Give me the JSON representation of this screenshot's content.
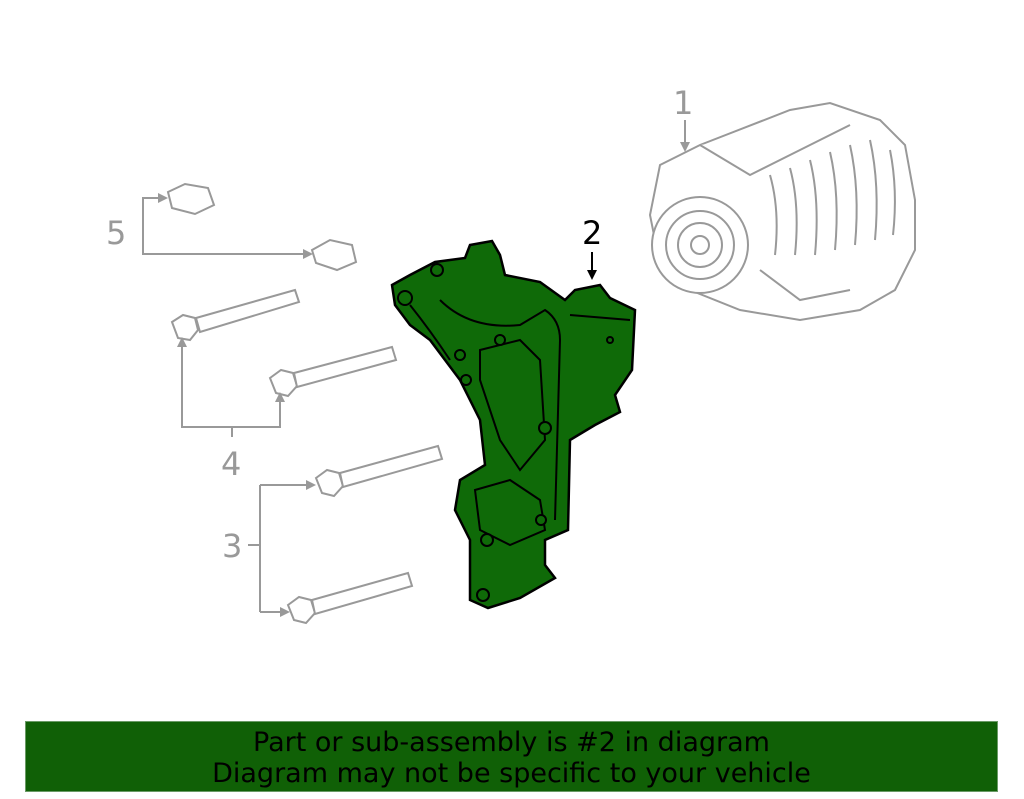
{
  "diagram": {
    "callouts": [
      {
        "id": "1",
        "label": "1",
        "part": "alternator"
      },
      {
        "id": "2",
        "label": "2",
        "part": "bracket",
        "selected": true
      },
      {
        "id": "3",
        "label": "3",
        "part": "bolts"
      },
      {
        "id": "4",
        "label": "4",
        "part": "bolts"
      },
      {
        "id": "5",
        "label": "5",
        "part": "nuts"
      }
    ],
    "colors": {
      "highlight": "#0f6a08",
      "lines": "#999999",
      "banner": "#106006"
    }
  },
  "banner": {
    "line1": "Part or sub-assembly is #2 in diagram",
    "line2": "Diagram may not be specific to your vehicle"
  }
}
